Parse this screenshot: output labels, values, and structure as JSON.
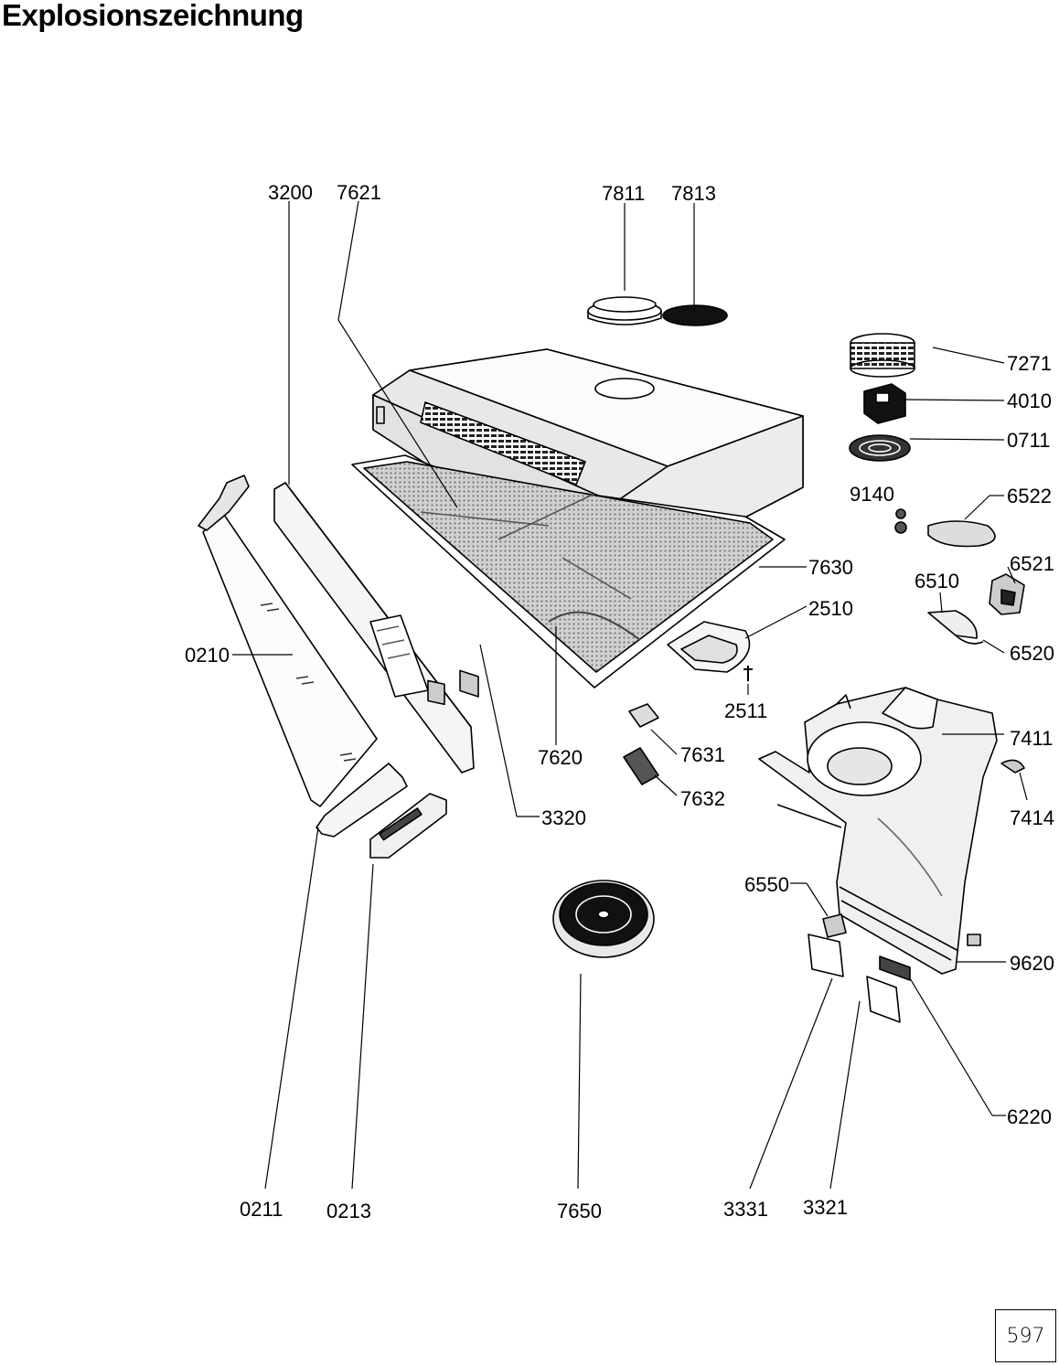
{
  "title": "Explosionszeichnung",
  "page_number": "597",
  "diagram": {
    "parts": [
      "3200",
      "7621",
      "7811",
      "7813",
      "7271",
      "4010",
      "0711",
      "9140",
      "6522",
      "6521",
      "6510",
      "7630",
      "2510",
      "6520",
      "0210",
      "2511",
      "7411",
      "7620",
      "7631",
      "7632",
      "3320",
      "7414",
      "6550",
      "9620",
      "6220",
      "0211",
      "0213",
      "7650",
      "3331",
      "3321"
    ]
  }
}
